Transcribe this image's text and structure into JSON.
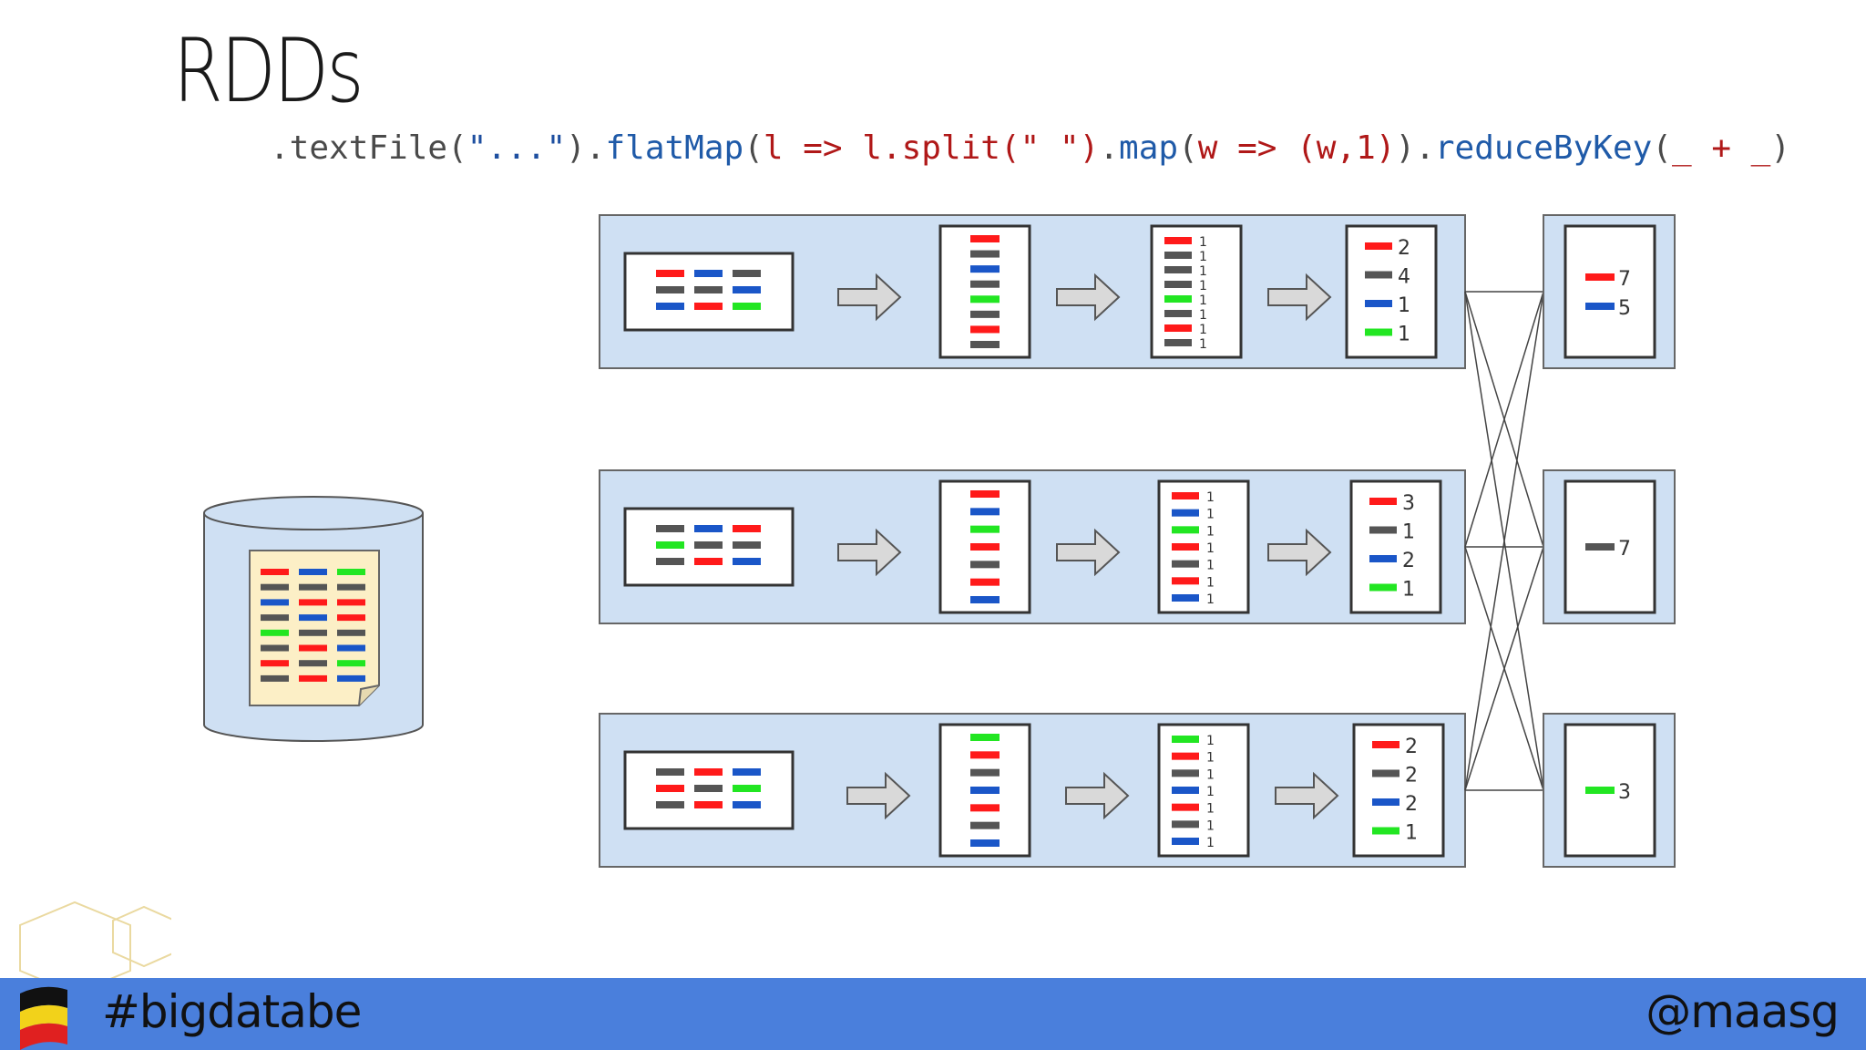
{
  "slide": {
    "title": "RDDs"
  },
  "code": {
    "segments": [
      {
        "text": ".textFile(",
        "kind": "plain"
      },
      {
        "text": "\"...\"",
        "kind": "str"
      },
      {
        "text": ").",
        "kind": "plain"
      },
      {
        "text": "flatMap",
        "kind": "fn"
      },
      {
        "text": "(",
        "kind": "plain"
      },
      {
        "text": "l => l.split(\" \")",
        "kind": "kw"
      },
      {
        "text": ".",
        "kind": "plain"
      },
      {
        "text": "map",
        "kind": "fn"
      },
      {
        "text": "(",
        "kind": "plain"
      },
      {
        "text": "w => (w,1)",
        "kind": "kw"
      },
      {
        "text": ").",
        "kind": "plain"
      },
      {
        "text": "reduceByKey",
        "kind": "fn"
      },
      {
        "text": "(",
        "kind": "plain"
      },
      {
        "text": "_ + _",
        "kind": "kw"
      },
      {
        "text": ")",
        "kind": "plain"
      }
    ]
  },
  "colors": {
    "red": "#ff1a1a",
    "blue": "#1a56c8",
    "gray": "#555555",
    "green": "#22e622",
    "lane_bg": "#cfe0f3",
    "footer_bg": "#4a7fdc"
  },
  "storage": {
    "icon": "database-cylinder-icon",
    "document_rows": [
      [
        "red",
        "blue",
        "green"
      ],
      [
        "gray",
        "gray",
        "gray"
      ],
      [
        "blue",
        "red",
        "red"
      ],
      [
        "gray",
        "blue",
        "red"
      ],
      [
        "green",
        "gray",
        "gray"
      ],
      [
        "gray",
        "red",
        "blue"
      ],
      [
        "red",
        "gray",
        "green"
      ],
      [
        "gray",
        "red",
        "blue"
      ]
    ]
  },
  "partitions": [
    {
      "lines": [
        [
          "red",
          "blue",
          "gray"
        ],
        [
          "gray",
          "gray",
          "blue"
        ],
        [
          "blue",
          "red",
          "green"
        ]
      ],
      "words": [
        "red",
        "gray",
        "blue",
        "gray",
        "green",
        "gray",
        "red",
        "gray"
      ],
      "pairs": [
        "red",
        "gray",
        "gray",
        "gray",
        "green",
        "gray",
        "red",
        "gray"
      ],
      "pair_value": "1",
      "reduced": [
        {
          "color": "red",
          "count": "2"
        },
        {
          "color": "gray",
          "count": "4"
        },
        {
          "color": "blue",
          "count": "1"
        },
        {
          "color": "green",
          "count": "1"
        }
      ]
    },
    {
      "lines": [
        [
          "gray",
          "blue",
          "red"
        ],
        [
          "green",
          "gray",
          "gray"
        ],
        [
          "gray",
          "red",
          "blue"
        ]
      ],
      "words": [
        "red",
        "blue",
        "green",
        "red",
        "gray",
        "red",
        "blue"
      ],
      "pairs": [
        "red",
        "blue",
        "green",
        "red",
        "gray",
        "red",
        "blue"
      ],
      "pair_value": "1",
      "reduced": [
        {
          "color": "red",
          "count": "3"
        },
        {
          "color": "gray",
          "count": "1"
        },
        {
          "color": "blue",
          "count": "2"
        },
        {
          "color": "green",
          "count": "1"
        }
      ]
    },
    {
      "lines": [
        [
          "gray",
          "red",
          "blue"
        ],
        [
          "red",
          "gray",
          "green"
        ],
        [
          "gray",
          "red",
          "blue"
        ]
      ],
      "words": [
        "green",
        "red",
        "gray",
        "blue",
        "red",
        "gray",
        "blue"
      ],
      "pairs": [
        "green",
        "red",
        "gray",
        "blue",
        "red",
        "gray",
        "blue"
      ],
      "pair_value": "1",
      "reduced": [
        {
          "color": "red",
          "count": "2"
        },
        {
          "color": "gray",
          "count": "2"
        },
        {
          "color": "blue",
          "count": "2"
        },
        {
          "color": "green",
          "count": "1"
        }
      ]
    }
  ],
  "results": [
    [
      {
        "color": "red",
        "count": "7"
      },
      {
        "color": "blue",
        "count": "5"
      }
    ],
    [
      {
        "color": "gray",
        "count": "7"
      }
    ],
    [
      {
        "color": "green",
        "count": "3"
      }
    ]
  ],
  "footer": {
    "hashtag": "#bigdatabe",
    "handle": "@maasg",
    "flag_icon": "belgian-flag-icon",
    "logo_icon": "hexagon-logo-icon"
  }
}
